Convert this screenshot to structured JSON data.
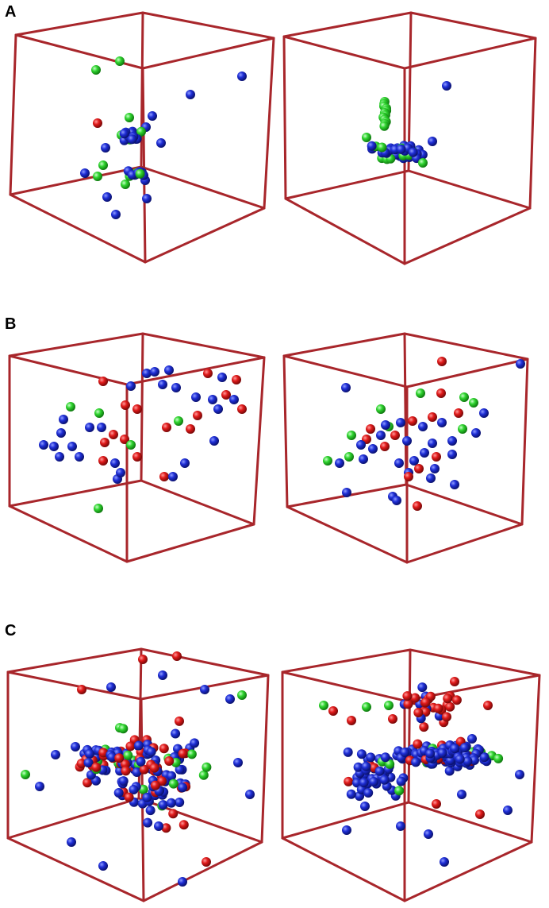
{
  "panels": [
    {
      "label": "A"
    },
    {
      "label": "B"
    },
    {
      "label": "C"
    }
  ],
  "colors": {
    "box_edge": "#a8262b",
    "blue": "#1e2ed6",
    "red": "#e01a1a",
    "green": "#2fd42f",
    "background": "#ffffff"
  },
  "legend": "none"
}
